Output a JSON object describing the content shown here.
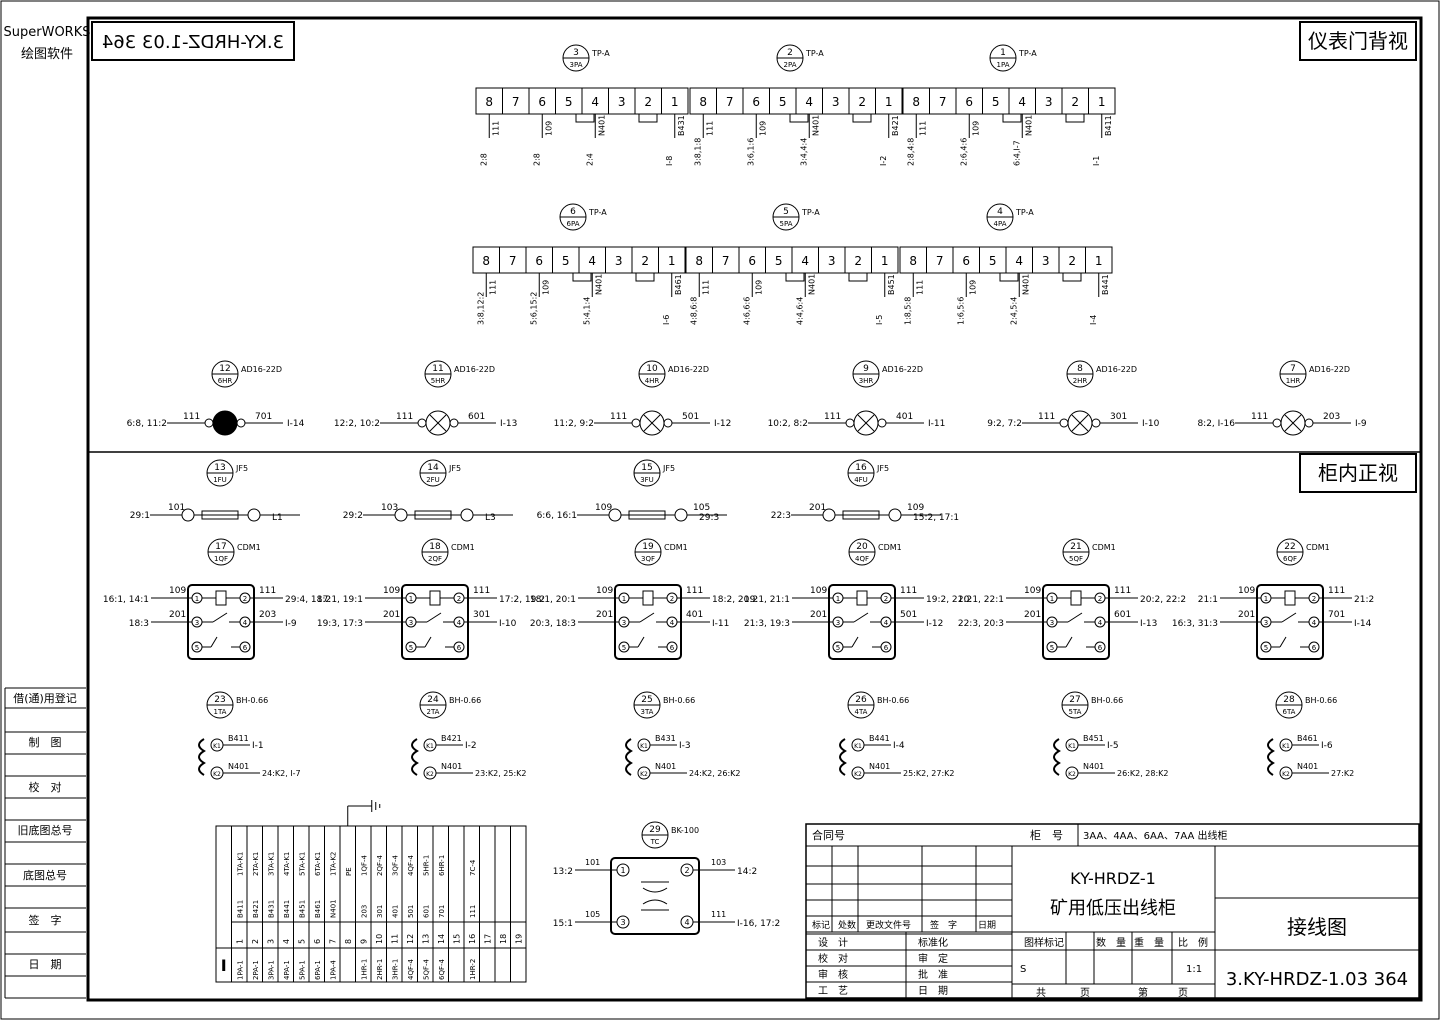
{
  "watermark": {
    "line1": "SuperWORKS",
    "line2": "绘图软件"
  },
  "drawing_no": "3.KY-HRDZ-1.03 364",
  "drawing_no_mirrored": "3.KY-HRDZ-1.03 364",
  "view_labels": {
    "back": "仪表门背视",
    "front": "柜内正视"
  },
  "meters": [
    {
      "num": "3",
      "tag": "3PA",
      "model": "TP-A",
      "labels": [
        "2:8",
        "111",
        "2:8",
        "109",
        "2:4",
        "N401",
        "I-8",
        "B431"
      ]
    },
    {
      "num": "2",
      "tag": "2PA",
      "model": "TP-A",
      "labels": [
        "3:8,1:8",
        "111",
        "3:6,1:6",
        "109",
        "3:4,4:4",
        "N401",
        "I-2",
        "B421"
      ]
    },
    {
      "num": "1",
      "tag": "1PA",
      "model": "TP-A",
      "labels": [
        "2:8,4:8",
        "111",
        "2:6,4:6",
        "109",
        "6:4,I-7",
        "N401",
        "I-1",
        "B411"
      ]
    },
    {
      "num": "6",
      "tag": "6PA",
      "model": "TP-A",
      "labels": [
        "3:8,12:2",
        "111",
        "5:6,15:2",
        "109",
        "5:4,1:4",
        "N401",
        "I-6",
        "B461"
      ]
    },
    {
      "num": "5",
      "tag": "5PA",
      "model": "TP-A",
      "labels": [
        "4:8,6:8",
        "111",
        "4:6,6:6",
        "109",
        "4:4,6:4",
        "N401",
        "I-5",
        "B451"
      ]
    },
    {
      "num": "4",
      "tag": "4PA",
      "model": "TP-A",
      "labels": [
        "1:8,5:8",
        "111",
        "1:6,5:6",
        "109",
        "2:4,5:4",
        "N401",
        "I-4",
        "B441"
      ]
    }
  ],
  "meter_terminals": [
    "8",
    "7",
    "6",
    "5",
    "4",
    "3",
    "2",
    "1"
  ],
  "lamps": [
    {
      "num": "12",
      "tag": "6HR",
      "model": "AD16-22D",
      "left": "6:8, 11:2",
      "w1": "111",
      "w2": "701",
      "right": "I-14",
      "filled": true
    },
    {
      "num": "11",
      "tag": "5HR",
      "model": "AD16-22D",
      "left": "12:2, 10:2",
      "w1": "111",
      "w2": "601",
      "right": "I-13",
      "filled": false
    },
    {
      "num": "10",
      "tag": "4HR",
      "model": "AD16-22D",
      "left": "11:2, 9:2",
      "w1": "111",
      "w2": "501",
      "right": "I-12",
      "filled": false
    },
    {
      "num": "9",
      "tag": "3HR",
      "model": "AD16-22D",
      "left": "10:2, 8:2",
      "w1": "111",
      "w2": "401",
      "right": "I-11",
      "filled": false
    },
    {
      "num": "8",
      "tag": "2HR",
      "model": "AD16-22D",
      "left": "9:2, 7:2",
      "w1": "111",
      "w2": "301",
      "right": "I-10",
      "filled": false
    },
    {
      "num": "7",
      "tag": "1HR",
      "model": "AD16-22D",
      "left": "8:2, I-16",
      "w1": "111",
      "w2": "203",
      "right": "I-9",
      "filled": false
    }
  ],
  "fuses": [
    {
      "num": "13",
      "tag": "1FU",
      "model": "JF5",
      "left": "29:1",
      "w1": "101",
      "w2": "",
      "right": "L1"
    },
    {
      "num": "14",
      "tag": "2FU",
      "model": "JF5",
      "left": "29:2",
      "w1": "103",
      "w2": "",
      "right": "L3"
    },
    {
      "num": "15",
      "tag": "3FU",
      "model": "JF5",
      "left": "6:6, 16:1",
      "w1": "109",
      "w2": "105",
      "right": "29:3"
    },
    {
      "num": "16",
      "tag": "4FU",
      "model": "JF5",
      "left": "22:3",
      "w1": "201",
      "w2": "109",
      "right": "15:2, 17:1"
    }
  ],
  "breakers": [
    {
      "num": "17",
      "tag": "1QF",
      "model": "CDM1",
      "tl": "16:1, 14:1",
      "tw": "109",
      "tr": "111",
      "trr": "29:4, 18:2",
      "bl": "18:3",
      "bw": "201",
      "br": "203",
      "brr": "I-9"
    },
    {
      "num": "18",
      "tag": "2QF",
      "model": "CDM1",
      "tl": "17:1, 19:1",
      "tw": "109",
      "tr": "111",
      "trr": "17:2, 19:2",
      "bl": "19:3, 17:3",
      "bw": "201",
      "br": "301",
      "brr": "I-10"
    },
    {
      "num": "19",
      "tag": "3QF",
      "model": "CDM1",
      "tl": "18:1, 20:1",
      "tw": "109",
      "tr": "111",
      "trr": "18:2, 20:2",
      "bl": "20:3, 18:3",
      "bw": "201",
      "br": "401",
      "brr": "I-11"
    },
    {
      "num": "20",
      "tag": "4QF",
      "model": "CDM1",
      "tl": "19:1, 21:1",
      "tw": "109",
      "tr": "111",
      "trr": "19:2, 21:2",
      "bl": "21:3, 19:3",
      "bw": "201",
      "br": "501",
      "brr": "I-12"
    },
    {
      "num": "21",
      "tag": "5QF",
      "model": "CDM1",
      "tl": "20:1, 22:1",
      "tw": "109",
      "tr": "111",
      "trr": "20:2, 22:2",
      "bl": "22:3, 20:3",
      "bw": "201",
      "br": "601",
      "brr": "I-13"
    },
    {
      "num": "22",
      "tag": "6QF",
      "model": "CDM1",
      "tl": "21:1",
      "tw": "109",
      "tr": "111",
      "trr": "21:2",
      "bl": "16:3, 31:3",
      "bw": "201",
      "br": "701",
      "brr": "I-14"
    }
  ],
  "cts": [
    {
      "num": "23",
      "tag": "1TA",
      "model": "BH-0.66",
      "w1": "B411",
      "r1": "I-1",
      "w2": "N401",
      "r2": "24:K2, I-7"
    },
    {
      "num": "24",
      "tag": "2TA",
      "model": "BH-0.66",
      "w1": "B421",
      "r1": "I-2",
      "w2": "N401",
      "r2": "23:K2, 25:K2"
    },
    {
      "num": "25",
      "tag": "3TA",
      "model": "BH-0.66",
      "w1": "B431",
      "r1": "I-3",
      "w2": "N401",
      "r2": "24:K2, 26:K2"
    },
    {
      "num": "26",
      "tag": "4TA",
      "model": "BH-0.66",
      "w1": "B441",
      "r1": "I-4",
      "w2": "N401",
      "r2": "25:K2, 27:K2"
    },
    {
      "num": "27",
      "tag": "5TA",
      "model": "BH-0.66",
      "w1": "B451",
      "r1": "I-5",
      "w2": "N401",
      "r2": "26:K2, 28:K2"
    },
    {
      "num": "28",
      "tag": "6TA",
      "model": "BH-0.66",
      "w1": "B461",
      "r1": "I-6",
      "w2": "N401",
      "r2": "27:K2"
    }
  ],
  "transformer": {
    "num": "29",
    "tag": "TC",
    "model": "BK-100",
    "l1": "13:2",
    "w1": "101",
    "r1w": "103",
    "r1": "14:2",
    "l2": "15:1",
    "w2": "105",
    "r2w": "111",
    "r2": "I-16, 17:2"
  },
  "terminal_strip": {
    "mark": "I",
    "top": [
      "1TA-K1",
      "2TA-K1",
      "3TA-K1",
      "4TA-K1",
      "5TA-K1",
      "6TA-K1",
      "1TA-K2",
      "PE",
      "1QF-4",
      "2QF-4",
      "3QF-4",
      "4QF-4",
      "5HR-1",
      "6HR-1",
      "",
      "7C-4"
    ],
    "mid": [
      "B411",
      "B421",
      "B431",
      "B441",
      "B451",
      "B461",
      "N401",
      "",
      "203",
      "301",
      "401",
      "501",
      "601",
      "701",
      "",
      "111"
    ],
    "nums": [
      "1",
      "2",
      "3",
      "4",
      "5",
      "6",
      "7",
      "8",
      "9",
      "10",
      "11",
      "12",
      "13",
      "14",
      "15",
      "16",
      "17",
      "18",
      "19"
    ],
    "bot": [
      "1PA-1",
      "2PA-1",
      "3PA-1",
      "4PA-1",
      "5PA-1",
      "6PA-1",
      "1PA-4",
      "",
      "1HR-1",
      "2HR-1",
      "3HR-1",
      "4QF-4",
      "5QF-4",
      "6QF-4",
      "",
      "1HR-2"
    ]
  },
  "side_labels": [
    "借(通)用登记",
    "制　图",
    "校　对",
    "旧底图总号",
    "底图总号",
    "签　字",
    "日　期"
  ],
  "title_block": {
    "contract": "合同号",
    "cabinet_label": "柜　号",
    "cabinet_value": "3AA、4AA、6AA、7AA 出线柜",
    "product": "KY-HRDZ-1",
    "product_name": "矿用低压出线柜",
    "drawing_title": "接线图",
    "rev_headers": [
      "标记",
      "处数",
      "更改文件号",
      "签　字",
      "日期"
    ],
    "roles": [
      "设　计",
      "校　对",
      "审　核",
      "工　艺"
    ],
    "roles2": [
      "标准化",
      "审　定",
      "批　准",
      "日　期"
    ],
    "sample_headers": [
      "图样标记",
      "数　量",
      "重　量",
      "比　例"
    ],
    "sample_value": "S",
    "scale_value": "1:1",
    "sheets": [
      "共",
      "页",
      "第",
      "页"
    ]
  }
}
